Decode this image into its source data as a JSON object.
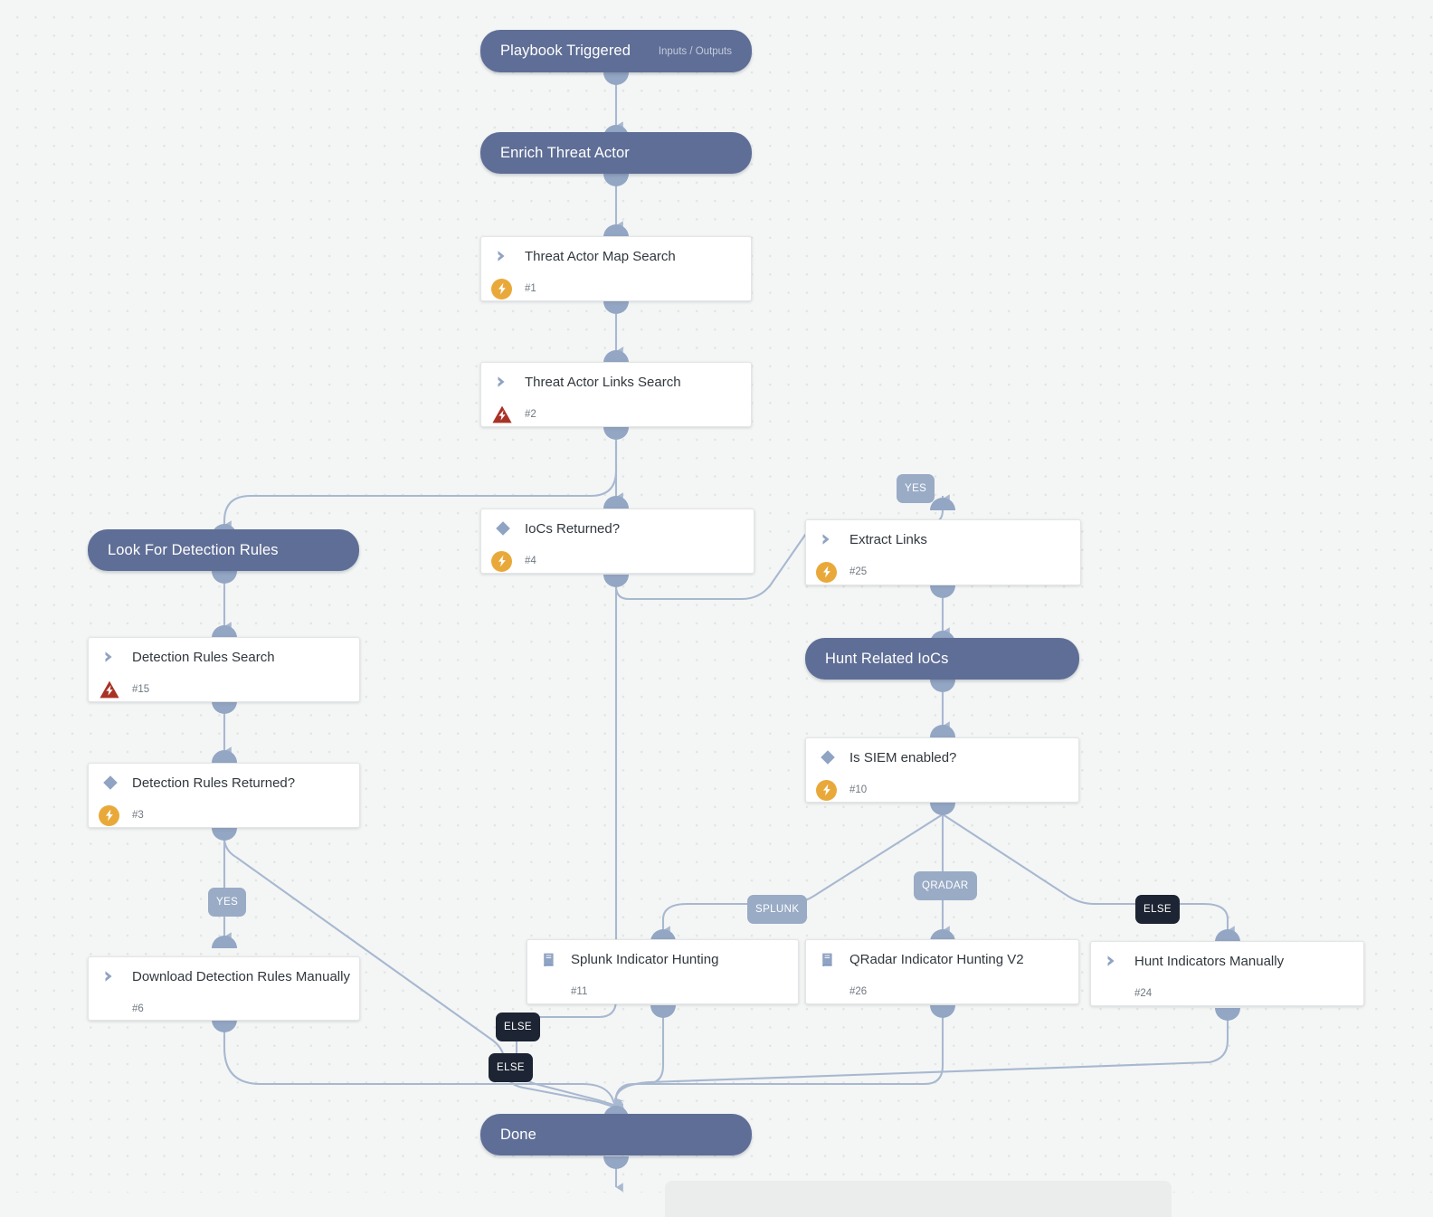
{
  "canvas": {
    "background": "#f4f6f5",
    "grid_dot_color": "#e2e4e2",
    "edge_color": "#a8b8d0"
  },
  "palette": {
    "section_header": "#5f6e96",
    "task_card": "#ffffff",
    "port": "#93a6c4",
    "badge_yellow": "#e9a93a",
    "badge_red": "#a93226",
    "label_light": "#9aabc6",
    "label_dark": "#1d2433",
    "icon_blue": "#8fa3c3",
    "title_text": "#31373d",
    "number_text": "#6f7880"
  },
  "sections": [
    {
      "id": "trigger",
      "title": "Playbook Triggered",
      "subtitle": "Inputs / Outputs"
    },
    {
      "id": "enrich",
      "title": "Enrich Threat Actor",
      "subtitle": ""
    },
    {
      "id": "lookrules",
      "title": "Look For Detection Rules",
      "subtitle": ""
    },
    {
      "id": "huntiocs",
      "title": "Hunt Related IoCs",
      "subtitle": ""
    },
    {
      "id": "done",
      "title": "Done",
      "subtitle": ""
    }
  ],
  "tasks": [
    {
      "id": "t1",
      "title": "Threat Actor Map Search",
      "number": "#1",
      "icon": "chevron-icon",
      "badge": "bolt-circle-icon"
    },
    {
      "id": "t2",
      "title": "Threat Actor Links Search",
      "number": "#2",
      "icon": "chevron-icon",
      "badge": "warning-triangle-icon"
    },
    {
      "id": "t4",
      "title": "IoCs Returned?",
      "number": "#4",
      "icon": "diamond-icon",
      "badge": "bolt-circle-icon"
    },
    {
      "id": "t25",
      "title": "Extract Links",
      "number": "#25",
      "icon": "chevron-icon",
      "badge": "bolt-circle-icon"
    },
    {
      "id": "t15",
      "title": "Detection Rules Search",
      "number": "#15",
      "icon": "chevron-icon",
      "badge": "warning-triangle-icon"
    },
    {
      "id": "t3",
      "title": "Detection Rules Returned?",
      "number": "#3",
      "icon": "diamond-icon",
      "badge": "bolt-circle-icon"
    },
    {
      "id": "t10",
      "title": "Is SIEM enabled?",
      "number": "#10",
      "icon": "diamond-icon",
      "badge": "bolt-circle-icon"
    },
    {
      "id": "t6",
      "title": "Download Detection Rules Manually",
      "number": "#6",
      "icon": "chevron-icon",
      "badge": "none"
    },
    {
      "id": "t11",
      "title": "Splunk Indicator Hunting",
      "number": "#11",
      "icon": "book-icon",
      "badge": "none"
    },
    {
      "id": "t26",
      "title": "QRadar Indicator Hunting V2",
      "number": "#26",
      "icon": "book-icon",
      "badge": "none"
    },
    {
      "id": "t24",
      "title": "Hunt Indicators Manually",
      "number": "#24",
      "icon": "chevron-icon",
      "badge": "none"
    }
  ],
  "branch_labels": [
    {
      "id": "bl-yes-iocs",
      "text": "YES",
      "style": "light"
    },
    {
      "id": "bl-yes-rules",
      "text": "YES",
      "style": "light"
    },
    {
      "id": "bl-splunk",
      "text": "SPLUNK",
      "style": "light"
    },
    {
      "id": "bl-qradar",
      "text": "QRADAR",
      "style": "light"
    },
    {
      "id": "bl-else-siem",
      "text": "ELSE",
      "style": "dark"
    },
    {
      "id": "bl-else-iocs",
      "text": "ELSE",
      "style": "dark"
    },
    {
      "id": "bl-else-rules",
      "text": "ELSE",
      "style": "dark"
    }
  ]
}
